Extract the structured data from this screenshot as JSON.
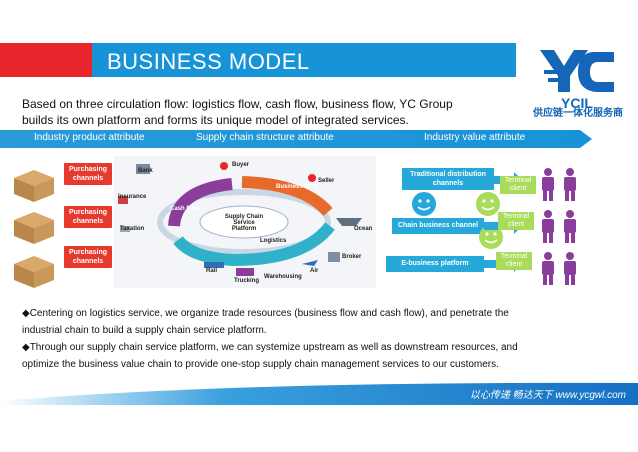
{
  "header": {
    "title": "BUSINESS MODEL",
    "logo_text": "YCIL",
    "logo_caption": "供应链一体化服务商"
  },
  "intro": {
    "line1": "Based on three circulation flow: logistics flow, cash flow, business flow,  YC Group",
    "line2": "builds its own platform and forms its unique model of integrated services."
  },
  "attributes": {
    "product": "Industry product attribute",
    "structure": "Supply chain structure attribute",
    "value": "Industry value attribute"
  },
  "purchasing": [
    {
      "l1": "Purchasing",
      "l2": "channels"
    },
    {
      "l1": "Purchasing",
      "l2": "channels"
    },
    {
      "l1": "Purchasing",
      "l2": "channels"
    }
  ],
  "diagram": {
    "bank": "Bank",
    "buyer": "Buyer",
    "seller": "Seller",
    "insurance": "Insurance",
    "taxation": "Taxation",
    "cash_flow": "Cash Flow",
    "business_flow": "Business Flow",
    "logistics": "Logistics",
    "platform_l1": "Supply Chain Service",
    "platform_l2": "Platform",
    "ocean": "Ocean",
    "broker": "Broker",
    "rail": "Rail",
    "trucking": "Trucking",
    "warehousing": "Warehousing",
    "air": "Air"
  },
  "channels": {
    "traditional_l1": "Traditional distribution",
    "traditional_l2": "channels",
    "chain": "Chain business channel",
    "ebusiness": "E-business platform"
  },
  "terminals": [
    {
      "l1": "Terminal",
      "l2": "client"
    },
    {
      "l1": "Terminal",
      "l2": "client"
    },
    {
      "l1": "Terminal",
      "l2": "client"
    }
  ],
  "bullets": {
    "b1_line1": "◆Centering on logistics service, we organize trade resources (business flow and cash flow), and penetrate the",
    "b1_line2": "industrial chain to build a supply chain service platform.",
    "b2_line1": "◆Through our supply chain service platform,  we can systemize upstream as well as downstream resources, and",
    "b2_line2": "optimize the business value chain to provide one-stop supply chain management services to our customers."
  },
  "footer": {
    "text": "以心传递  畅达天下   www.ycgwl.com"
  },
  "colors": {
    "red": "#e8262b",
    "blue": "#1793d8",
    "purple": "#8a3d9b",
    "green": "#a8dc5a",
    "cyan": "#27a8db"
  }
}
